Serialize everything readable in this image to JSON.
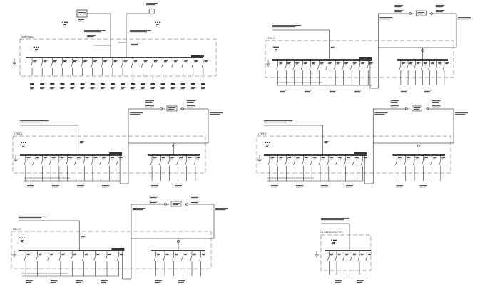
{
  "diagram": {
    "type": "electrical single-line diagram",
    "line_color": "#000000",
    "enclosure_color": "#555555",
    "panels": [
      {
        "id": "p1",
        "title": "MDB PANEL",
        "breakers_main": 18,
        "has_generator": true,
        "has_transformer": true
      },
      {
        "id": "p2",
        "title": "LPDB-2",
        "breakers_main": 12,
        "breakers_essential": 7,
        "has_ats": true
      },
      {
        "id": "p3",
        "title": "LPDB-1",
        "breakers_main": 12,
        "breakers_essential": 6,
        "has_ats": true
      },
      {
        "id": "p4",
        "title": "LPDB-3",
        "breakers_main": 12,
        "breakers_essential": 6,
        "has_ats": true
      },
      {
        "id": "p5",
        "title": "DB-UPS",
        "breakers_main": 9,
        "breakers_essential": 6,
        "has_ats": true
      },
      {
        "id": "p6",
        "title": "DB-REFRIGERATION",
        "breakers_main": 6
      }
    ]
  }
}
